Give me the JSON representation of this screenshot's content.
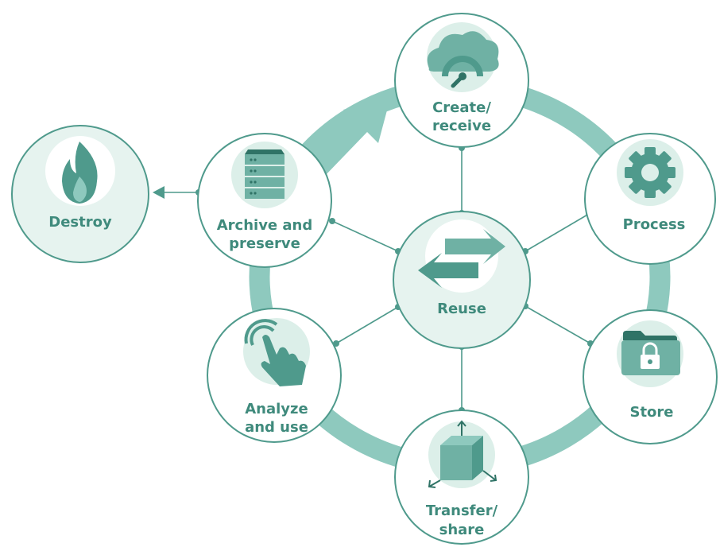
{
  "colors": {
    "ring": "#8ec9be",
    "line": "#4f9a8c",
    "node_fill": "#ffffff",
    "node_fill_light": "#e6f3ef",
    "icon_bg": "#dcefe9",
    "icon": "#4f9a8c",
    "text": "#3f8a7c"
  },
  "nodes": {
    "create": {
      "label_line1": "Create/",
      "label_line2": "receive",
      "icon": "cloud-gauge-icon"
    },
    "process": {
      "label_line1": "Process",
      "icon": "gear-icon"
    },
    "store": {
      "label_line1": "Store",
      "icon": "locked-folder-icon"
    },
    "transfer": {
      "label_line1": "Transfer/",
      "label_line2": "share",
      "icon": "cube-arrows-icon"
    },
    "analyze": {
      "label_line1": "Analyze",
      "label_line2": "and use",
      "icon": "touch-hand-icon"
    },
    "archive": {
      "label_line1": "Archive and",
      "label_line2": "preserve",
      "icon": "server-rack-icon"
    },
    "reuse": {
      "label_line1": "Reuse",
      "icon": "swap-arrows-icon"
    },
    "destroy": {
      "label_line1": "Destroy",
      "icon": "flame-icon"
    }
  }
}
